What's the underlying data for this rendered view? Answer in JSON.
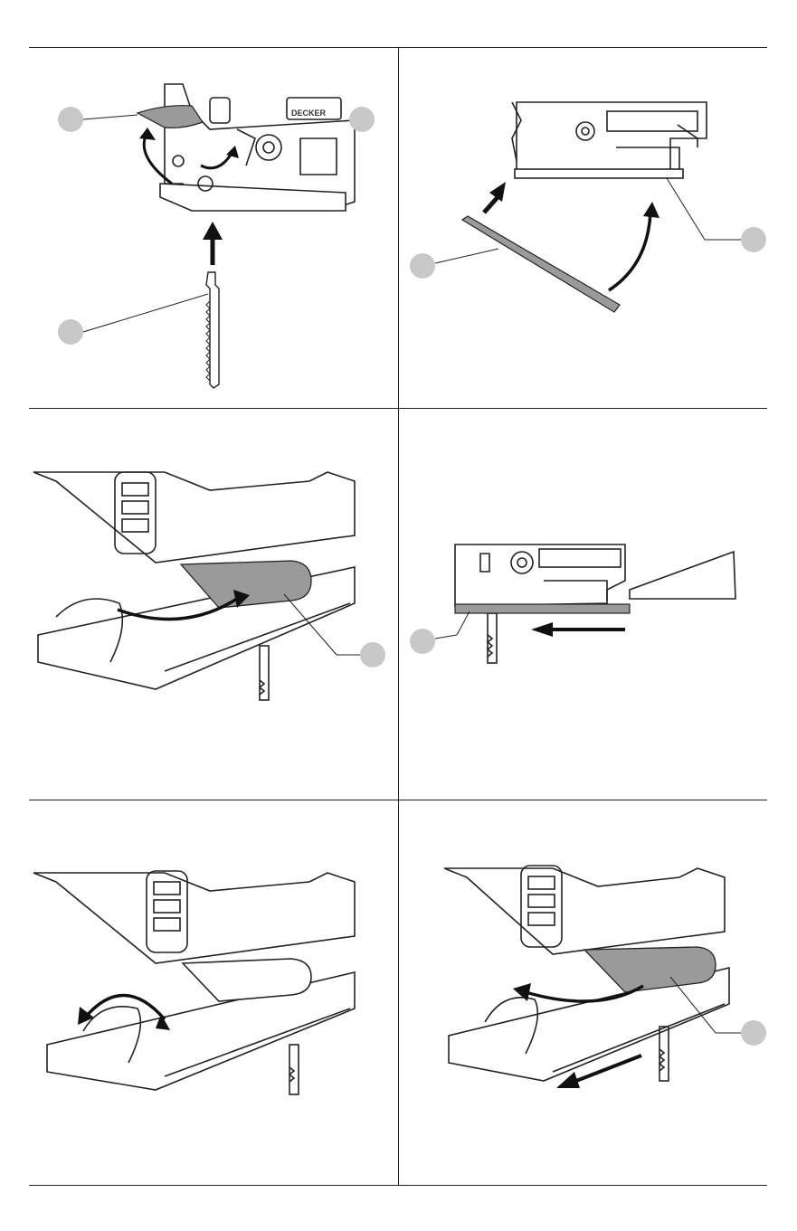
{
  "document": {
    "brand_text": "DECKER",
    "panels": [
      {
        "id": "blade-insertion",
        "description_visible": false
      },
      {
        "id": "shoe-cover-install",
        "description_visible": false
      },
      {
        "id": "anti-splinter-lever",
        "description_visible": false
      },
      {
        "id": "shoe-slide-in",
        "description_visible": false
      },
      {
        "id": "bevel-adjust",
        "description_visible": false
      },
      {
        "id": "shoe-release",
        "description_visible": false
      }
    ]
  },
  "colors": {
    "line": "#222222",
    "callout_fill": "#c8c8c8",
    "part_fill": "#8c8c8c",
    "arrow": "#111111"
  }
}
